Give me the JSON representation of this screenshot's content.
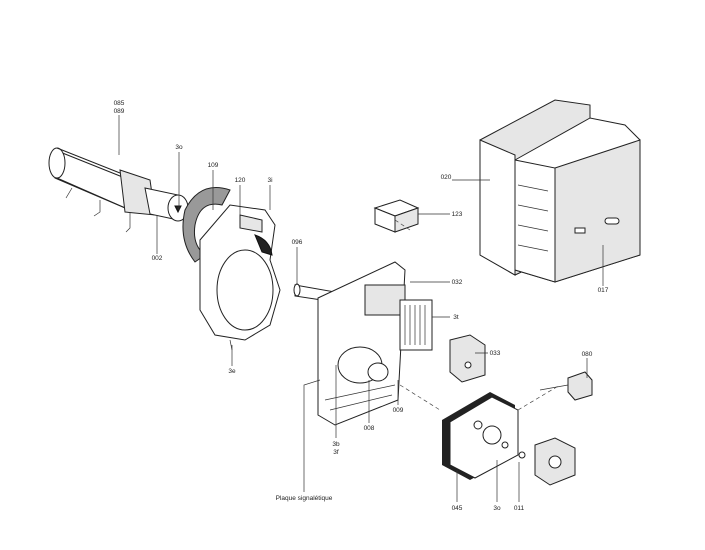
{
  "diagram": {
    "labels": {
      "l085": "085",
      "l089": "089",
      "l3o_a": "3o",
      "l109": "109",
      "l120": "120",
      "l3i": "3i",
      "l002": "002",
      "l096": "096",
      "l020": "020",
      "l123": "123",
      "l017": "017",
      "l032": "032",
      "l3t": "3t",
      "l033": "033",
      "l080": "080",
      "l3e": "3e",
      "l009": "009",
      "l008": "008",
      "l3b": "3b",
      "l3f": "3f",
      "plaque": "Plaque signalétique",
      "l045": "045",
      "l3o_b": "3o",
      "l011": "011"
    }
  }
}
